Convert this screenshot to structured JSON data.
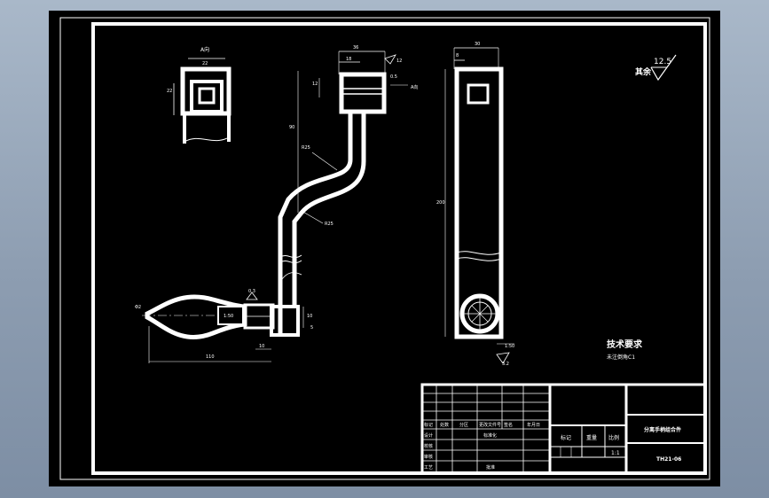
{
  "sheet": {
    "background": "#000000",
    "line_color": "#ffffff",
    "workspace_color": "#a9b8c9"
  },
  "roughness": {
    "note": "其余",
    "value": "12.5"
  },
  "views": {
    "section_a": {
      "label": "A向",
      "width_dim": "22",
      "height_dim": "22"
    },
    "front": {
      "top_width": "36",
      "top_inner": "18",
      "top_height": "12",
      "vertical": "90",
      "radius_upper": "R25",
      "radius_lower": "R25",
      "view_a": "A向",
      "chamfer": "0.5",
      "taper": "1:50",
      "knob_length": "110",
      "knob_dia": "Φ2",
      "shaft_dim": "10",
      "shaft_len": "10",
      "end_dim": "0.3",
      "small_dim": "5"
    },
    "side": {
      "top_width": "30",
      "top_offset": "8",
      "height": "200",
      "bottom_note": "1:50",
      "roughness_bottom": "3.2"
    }
  },
  "technical_requirements": {
    "title": "技术要求",
    "line1": "未注倒角C1"
  },
  "title_block": {
    "header_cells": [
      "标记",
      "处数",
      "分区",
      "更改文件号",
      "签名",
      "年月日"
    ],
    "rows": [
      "设计",
      "校核",
      "审核",
      "工艺"
    ],
    "standardization": "标准化",
    "approve": "批准",
    "stage_label": "标记",
    "weight_label": "重量",
    "scale_label": "比例",
    "scale_value": "1:1",
    "part_name": "分离手柄组合件",
    "drawing_number": "TH21-06"
  }
}
